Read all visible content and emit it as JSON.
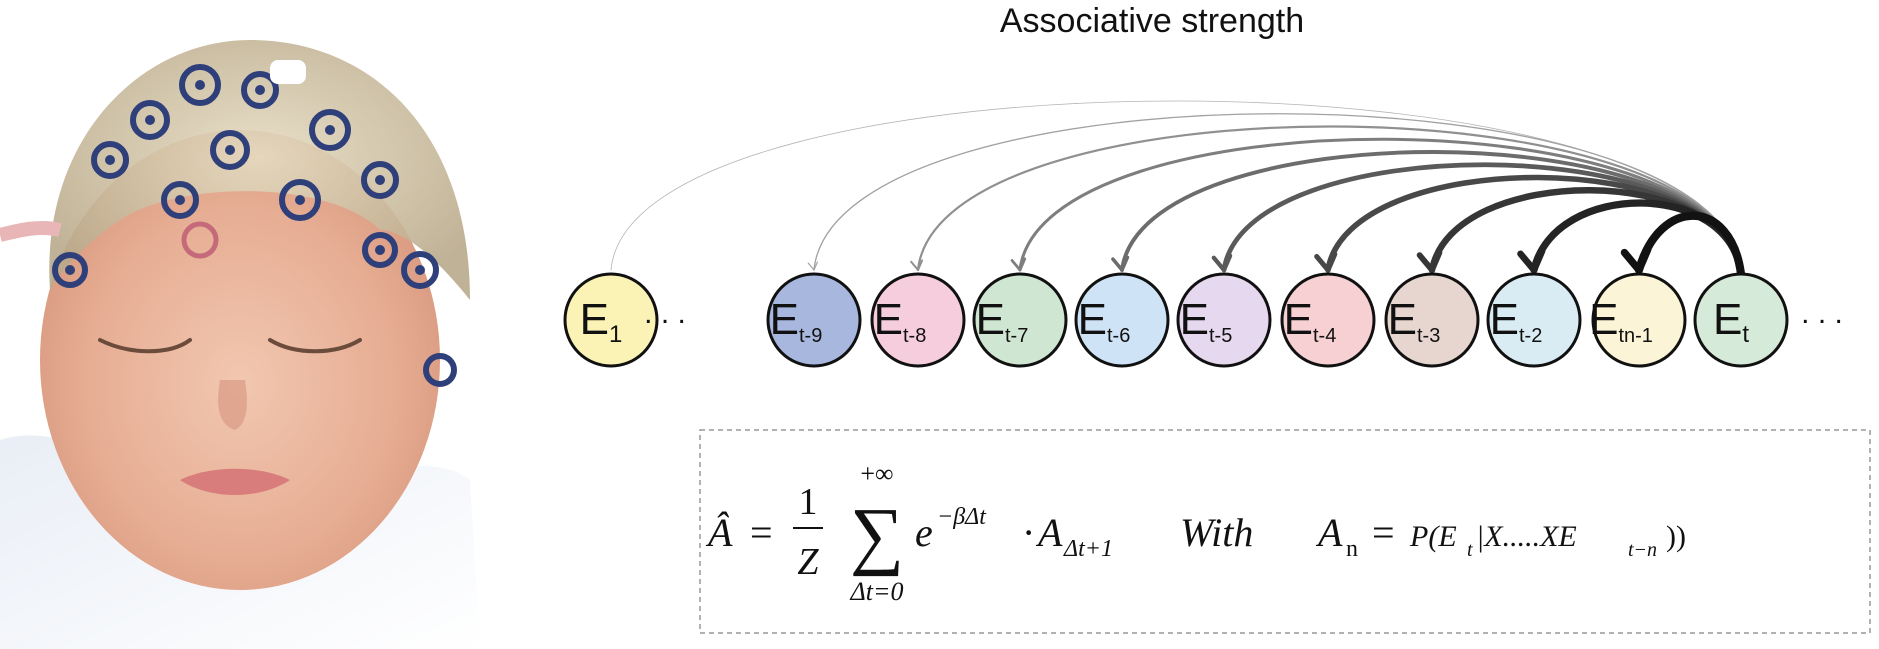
{
  "title": "Associative strength",
  "ellipsis": ". . .",
  "nodes": [
    {
      "main": "E",
      "sub": "1",
      "color": "#fbf3b6"
    },
    {
      "main": "E",
      "sub": "t-9",
      "color": "#a8b7de"
    },
    {
      "main": "E",
      "sub": "t-8",
      "color": "#f6cddd"
    },
    {
      "main": "E",
      "sub": "t-7",
      "color": "#cfe7d2"
    },
    {
      "main": "E",
      "sub": "t-6",
      "color": "#cfe3f6"
    },
    {
      "main": "E",
      "sub": "t-5",
      "color": "#e6d8ee"
    },
    {
      "main": "E",
      "sub": "t-4",
      "color": "#f6d0d3"
    },
    {
      "main": "E",
      "sub": "t-3",
      "color": "#e7d6d0"
    },
    {
      "main": "E",
      "sub": "t-2",
      "color": "#d9ecf4"
    },
    {
      "main": "E",
      "sub": "tn-1",
      "color": "#fbf4d6"
    },
    {
      "main": "E",
      "sub": "t",
      "color": "#d6ead9"
    }
  ],
  "formula": {
    "lhs": "Â",
    "equals": "=",
    "frac_num": "1",
    "frac_den": "Z",
    "sum_upper": "+∞",
    "sum_sym": "∑",
    "sum_lower": "Δt=0",
    "exp_base": "e",
    "exp_power": "−βΔt",
    "dot": "·",
    "a_term": "A",
    "a_sub": "Δt+1",
    "with": "With",
    "an": "A",
    "an_sub": "n",
    "equals2": "=",
    "prob": "P(E",
    "prob_sub1": "t",
    "prob_mid": "|X.....XE",
    "prob_sub2": "t−n",
    "prob_end": "))"
  },
  "colors": {
    "arrow": "#111111",
    "box_border": "#999999"
  },
  "icons": {
    "photo": "infant-eeg-cap-photo"
  }
}
